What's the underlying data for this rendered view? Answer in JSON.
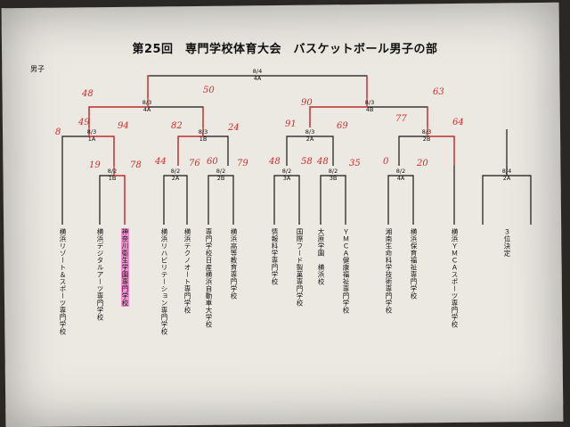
{
  "title": "第25回　専門学校体育大会　バスケットボール男子の部",
  "section": "男子",
  "matches": {
    "final": {
      "date": "8/4",
      "code": "4A"
    },
    "sf_left": {
      "date": "8/3",
      "code": "4A"
    },
    "sf_right": {
      "date": "8/3",
      "code": "4B"
    },
    "q1a": {
      "date": "8/3",
      "code": "1A"
    },
    "q1b": {
      "date": "8/3",
      "code": "1B"
    },
    "q2a": {
      "date": "8/3",
      "code": "2A"
    },
    "q2b": {
      "date": "8/3",
      "code": "2B"
    },
    "r1b": {
      "date": "8/2",
      "code": "1B"
    },
    "r2a": {
      "date": "8/2",
      "code": "2A"
    },
    "r2b": {
      "date": "8/2",
      "code": "2B"
    },
    "r3a": {
      "date": "8/2",
      "code": "3A"
    },
    "r3b": {
      "date": "8/2",
      "code": "3B"
    },
    "r4a": {
      "date": "8/2",
      "code": "4A"
    },
    "third": {
      "date": "8/4",
      "code": "2A"
    }
  },
  "teams": [
    "横浜リゾート＆スポーツ専門学校",
    "横浜デジタルアーツ専門学校",
    "神奈川衛生学園専門学校",
    "横浜リハビリテーション専門学校",
    "横浜テクノオート専門学校",
    "専門学校日産横浜自動車大学校",
    "横浜高等教育専門学校",
    "情報科学専門学校",
    "国際フード製菓専門学校",
    "大原学園　横浜校",
    "ＹＭＣＡ健康福祉専門学校",
    "湘南生命科学技術専門学校",
    "横浜保育福祉専門学校",
    "横浜ＹＭＣＡスポーツ専門学校"
  ],
  "third_place": "３位決定",
  "scores": {
    "t1": "8",
    "t2": "19",
    "t3": "78",
    "t4": "44",
    "t5": "76",
    "t6": "60",
    "t7": "79",
    "t8": "48",
    "t9": "58",
    "t10": "48",
    "t11": "35",
    "t12": "0",
    "t13": "20",
    "q1a_l": "49",
    "q1a_r": "94",
    "q1b_l": "82",
    "q1b_r": "24",
    "q2a_l": "91",
    "q2a_r": "69",
    "q2b_l": "77",
    "q2b_r": "64",
    "sf_l": "48",
    "sf_r": "50",
    "sf2_l": "90",
    "sf2_r": "63"
  },
  "colors": {
    "line": "#151515",
    "bold": "#000000",
    "red_pen": "#d62a2a",
    "highlight": "#f48fd0",
    "paper": "#ece9e3"
  }
}
